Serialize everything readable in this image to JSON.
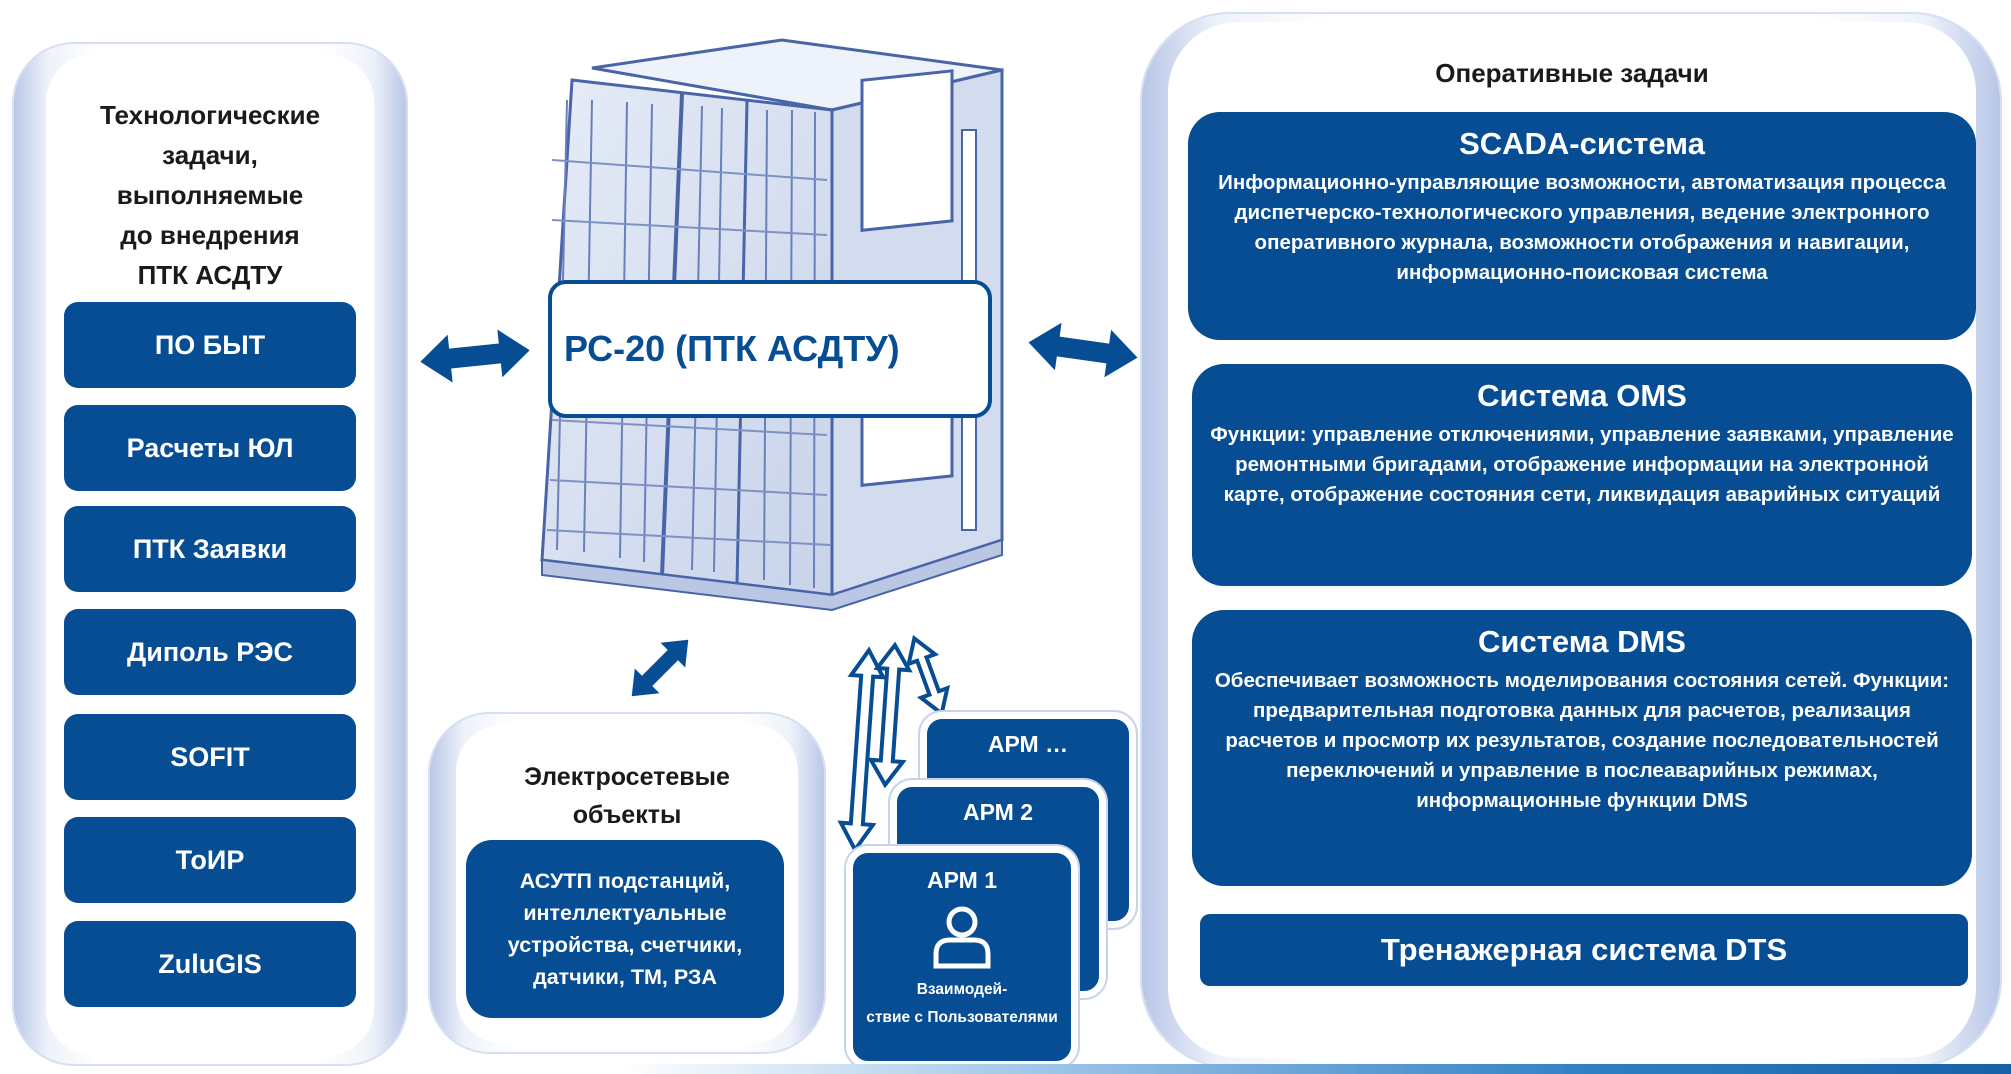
{
  "left_panel": {
    "title": "Технологические\nзадачи,\nвыполняемые\nдо внедрения\nПТК АСДТУ",
    "items": [
      "ПО БЫТ",
      "Расчеты ЮЛ",
      "ПТК Заявки",
      "Диполь РЭС",
      "SOFIT",
      "ТоИР",
      "ZuluGIS"
    ]
  },
  "center": {
    "server_label": "РС-20 (ПТК АСДТУ)"
  },
  "grid_panel": {
    "title": "Электросетевые\nобъекты",
    "description": "АСУТП подстанций,\nинтеллектуальные\nустройства, счетчики,\nдатчики, ТМ, РЗА"
  },
  "workstations": {
    "arm_back": "АРМ …",
    "arm_mid": "АРМ 2",
    "arm_front": "АРМ 1",
    "interaction": "Взаимодей-\nствие с Пользователями"
  },
  "right_panel": {
    "title": "Оперативные задачи",
    "scada": {
      "title": "SCADA-система",
      "description": "Информационно-управляющие возможности, автоматизация процесса диспетчерско-технологического управления, ведение электронного оперативного журнала, возможности отображения и навигации, информационно-поисковая система"
    },
    "oms": {
      "title": "Система OMS",
      "description": "Функции: управление отключениями, управление заявками, управление ремонтными бригадами, отображение информации на электронной карте, отображение состояния сети, ликвидация аварийных ситуаций"
    },
    "dms": {
      "title": "Система DMS",
      "description": "Обеспечивает возможность моделирования состояния сетей. Функции: предварительная подготовка данных для расчетов, реализация расчетов и просмотр их результатов, создание последовательностей переключений и управление в послеаварийных режимах, информационные функции DMS"
    },
    "dts": "Тренажерная система DTS"
  },
  "colors": {
    "box_blue": "#064d93",
    "frame_blue": "#b6c5e6",
    "server_line": "#4a64a8"
  },
  "icons": [
    "double-arrow-icon",
    "user-icon",
    "server-rack-image"
  ]
}
